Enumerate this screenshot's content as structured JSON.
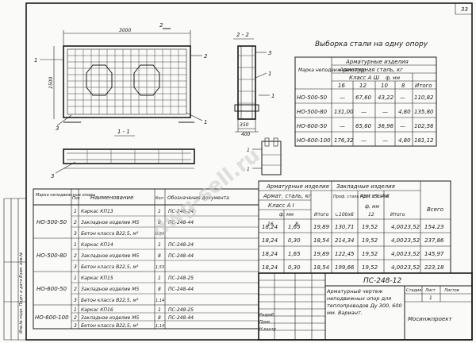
{
  "page": {
    "number": "33"
  },
  "watermark": "dwg-sell.ru",
  "drawing": {
    "plan_dims": {
      "length": "3000",
      "height": "1500",
      "side_label": "2"
    },
    "sections": {
      "section_22": "2 - 2",
      "section_11": "1 - 1",
      "dim_350": "350",
      "dim_400": "400"
    },
    "callouts": [
      "1",
      "2",
      "3",
      "1",
      "3",
      "1",
      "1",
      "3"
    ],
    "section_marks": [
      "1",
      "1"
    ]
  },
  "steel_table": {
    "title": "Выборка стали на одну опору",
    "head_mark": "Марка неподвиж-ных опор",
    "head_group": "Арматурные изделия",
    "head_sub": "Арматурная сталь, кг",
    "head_class": "Класс А Ш",
    "head_d": "ф, мм",
    "cols": [
      "16",
      "12",
      "10",
      "8",
      "Итого"
    ],
    "rows": [
      {
        "mark": "НО-500-50",
        "cells": [
          "—",
          "67,60",
          "43,22",
          "—",
          "110,82"
        ]
      },
      {
        "mark": "НО-500-80",
        "cells": [
          "131,00",
          "—",
          "—",
          "4,80",
          "135,80"
        ]
      },
      {
        "mark": "НО-600-50",
        "cells": [
          "—",
          "65,60",
          "36,96",
          "—",
          "102,56"
        ]
      },
      {
        "mark": "НО-600-100",
        "cells": [
          "176,32",
          "—",
          "—",
          "4,80",
          "181,12"
        ]
      }
    ]
  },
  "spec_table": {
    "head_mark": "Марка неподвиж-ных опоры",
    "head_pos": "Поз",
    "head_name": "Наименование",
    "head_qty": "Кол",
    "head_doc": "Обозначение документа",
    "groups": [
      {
        "mark": "НО-500-50",
        "rows": [
          {
            "pos": "1",
            "name": "Каркас КП13",
            "qty": "1",
            "doc": "ПС-248-24"
          },
          {
            "pos": "2",
            "name": "Закладное изделие М5",
            "qty": "8",
            "doc": "ПС-248-44"
          },
          {
            "pos": "3",
            "name": "Бетон класса В22,5, м³",
            "qty": "0,84",
            "doc": ""
          }
        ]
      },
      {
        "mark": "НО-500-80",
        "rows": [
          {
            "pos": "1",
            "name": "Каркас КП14",
            "qty": "1",
            "doc": "ПС-248-24"
          },
          {
            "pos": "2",
            "name": "Закладное изделие М5",
            "qty": "8",
            "doc": "ПС-248-44"
          },
          {
            "pos": "3",
            "name": "Бетон класса В22,5, м³",
            "qty": "1,53",
            "doc": ""
          }
        ]
      },
      {
        "mark": "НО-600-50",
        "rows": [
          {
            "pos": "1",
            "name": "Каркас КП15",
            "qty": "1",
            "doc": "ПС-248-25"
          },
          {
            "pos": "2",
            "name": "Закладное изделие М5",
            "qty": "8",
            "doc": "ПС-248-44"
          },
          {
            "pos": "3",
            "name": "Бетон класса В22,5, м³",
            "qty": "1,14",
            "doc": ""
          }
        ]
      },
      {
        "mark": "НО-600-100",
        "rows": [
          {
            "pos": "1",
            "name": "Каркас КП16",
            "qty": "1",
            "doc": "ПС-248-25"
          },
          {
            "pos": "2",
            "name": "Закладное изделие М5",
            "qty": "8",
            "doc": "ПС-248-44"
          },
          {
            "pos": "3",
            "name": "Бетон класса В22,5, м³",
            "qty": "1,14",
            "doc": ""
          }
        ]
      }
    ]
  },
  "arm_table": {
    "head_group": "Арматурные изделия",
    "head_steel": "Армат. сталь, кг",
    "head_class": "Класс А I",
    "head_d": "ф, мм",
    "sub_cols": [
      "16",
      "8"
    ],
    "head_itogo": "Итого",
    "head_embed": "Закладные изделия",
    "head_prof": "Проф. сталь ГОСТ 8509-86",
    "head_prof_sz": "∟100х6",
    "head_arm_a": "Арм. ст. А-II",
    "head_arm_a_d": "ф, мм",
    "head_arm_a_sz": "12",
    "head_itogo2": "Итого",
    "head_total": "Всего",
    "rows": [
      [
        "18,24",
        "1,65",
        "19,89",
        "130,71",
        "19,52",
        "4,00",
        "23,52",
        "154,23"
      ],
      [
        "18,24",
        "0,30",
        "18,54",
        "214,34",
        "19,52",
        "4,00",
        "23,52",
        "237,86"
      ],
      [
        "18,24",
        "1,65",
        "19,89",
        "122,45",
        "19,52",
        "4,00",
        "23,52",
        "145,97"
      ],
      [
        "18,24",
        "0,30",
        "18,54",
        "199,66",
        "19,52",
        "4,00",
        "23,52",
        "223,18"
      ]
    ]
  },
  "stamp": {
    "code": "ПС-248-12",
    "title": "Арматурный чертеж неподвижных опор для теплопроводов Ду 300, 600 мм. Вариант.",
    "col_stage": "Стадия",
    "col_sheet": "Лист",
    "col_sheets": "Листов",
    "sheet_no": "1",
    "org": "Мосинжпроект",
    "roles": [
      "Разраб",
      "Пров",
      "Н.контр"
    ]
  },
  "side_margin": "Инв.№ подл.   Подп. и дата   Взам. инв.№"
}
